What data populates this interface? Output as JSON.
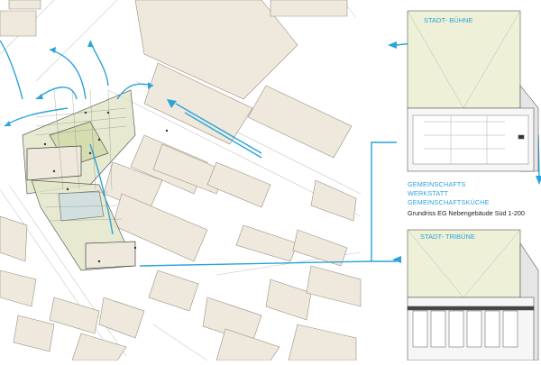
{
  "plan": {
    "stage_title": "STADT- BÜHNE",
    "tribune_title": "STADT- TRIBÜNE",
    "caption_lines": [
      "GEMEINSCHAFTS",
      "WERKSTATT",
      "GEMEINSCHAFTSKÜCHE"
    ],
    "plan_caption": "Grundriss EG Nebengebäude Süd 1-200"
  },
  "colors": {
    "accent": "#2aa3d8",
    "building": "#efe8dc",
    "building_stroke": "#9a8f80",
    "site_fill": "#e3e7c9",
    "hall_fill": "#eef1d7"
  }
}
